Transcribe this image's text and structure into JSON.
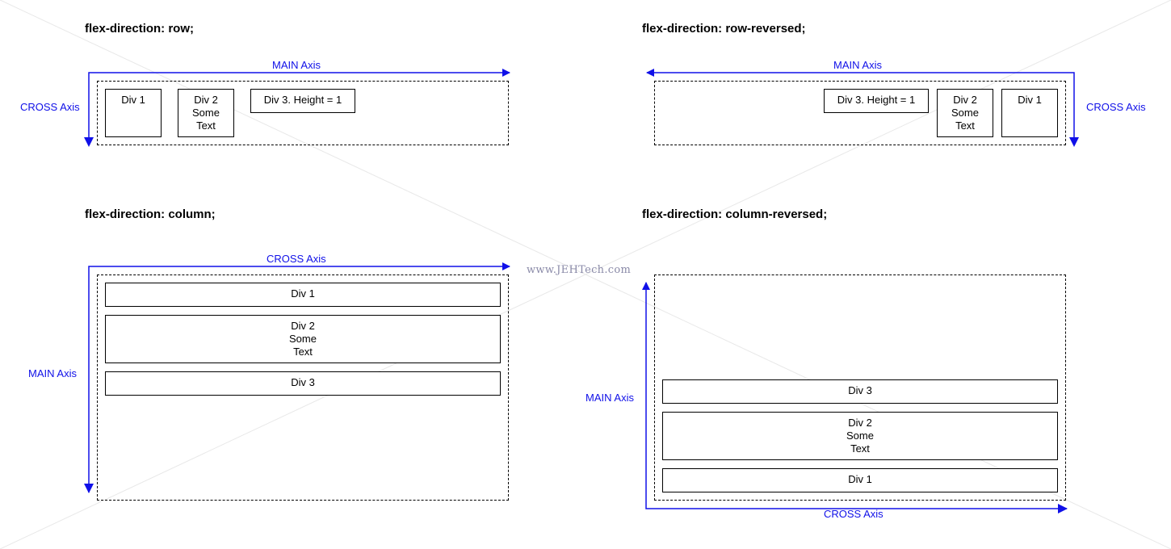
{
  "watermark": "www.JEHTech.com",
  "colors": {
    "axis": "#1010e8",
    "border": "#000000",
    "diagonal": "#e6e6e6"
  },
  "panels": {
    "row": {
      "title": "flex-direction: row;",
      "main_axis": "MAIN Axis",
      "cross_axis": "CROSS Axis",
      "div1": [
        "Div 1"
      ],
      "div2": [
        "Div 2",
        "Some",
        "Text"
      ],
      "div3": [
        "Div 3. Height = 1"
      ]
    },
    "row_reversed": {
      "title": "flex-direction: row-reversed;",
      "main_axis": "MAIN Axis",
      "cross_axis": "CROSS Axis",
      "div1": [
        "Div 1"
      ],
      "div2": [
        "Div 2",
        "Some",
        "Text"
      ],
      "div3": [
        "Div 3. Height = 1"
      ]
    },
    "column": {
      "title": "flex-direction: column;",
      "main_axis": "MAIN Axis",
      "cross_axis": "CROSS Axis",
      "div1": [
        "Div 1"
      ],
      "div2": [
        "Div 2",
        "Some",
        "Text"
      ],
      "div3": [
        "Div 3"
      ]
    },
    "column_reversed": {
      "title": "flex-direction: column-reversed;",
      "main_axis": "MAIN Axis",
      "cross_axis": "CROSS Axis",
      "div1": [
        "Div 1"
      ],
      "div2": [
        "Div 2",
        "Some",
        "Text"
      ],
      "div3": [
        "Div 3"
      ]
    }
  }
}
